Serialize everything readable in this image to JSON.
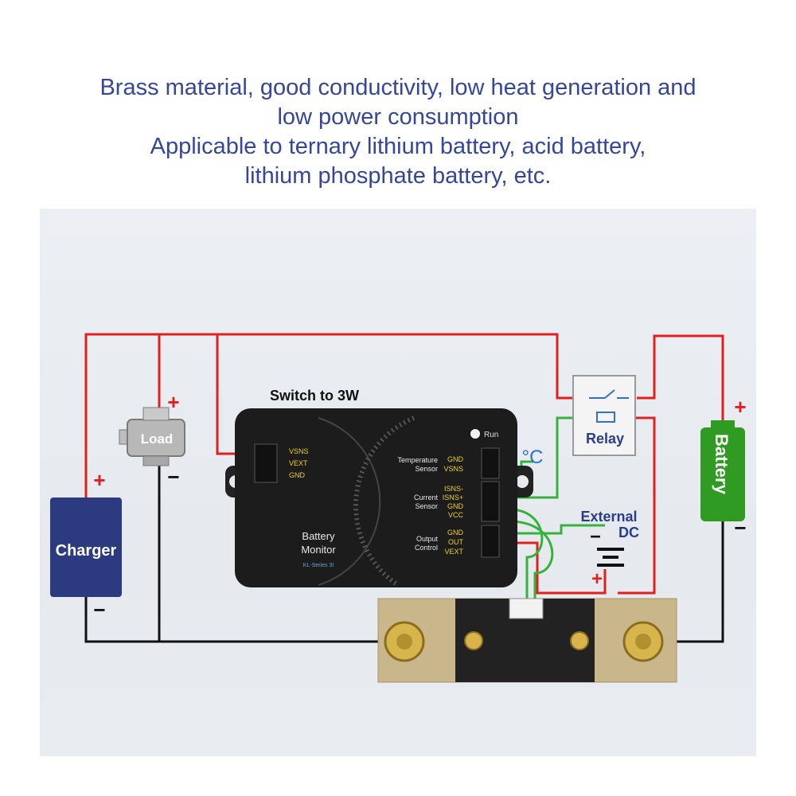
{
  "caption": {
    "lines": [
      "Brass material, good conductivity, low heat generation and",
      "low power consumption",
      "Applicable to ternary lithium battery, acid battery,",
      "lithium phosphate battery, etc."
    ]
  },
  "diagram": {
    "switch_label": "Switch to 3W",
    "load_label": "Load",
    "charger_label": "Charger",
    "battery_label": "Battery",
    "relay_label": "Relay",
    "external_dc_label_1": "External",
    "external_dc_label_2": "DC",
    "temp_unit": "°C",
    "plus": "+",
    "minus": "−",
    "monitor": {
      "title_1": "Battery",
      "title_2": "Monitor",
      "series": "KL-Series 3I",
      "run": "Run",
      "left_pins": [
        "VSNS",
        "VEXT",
        "GND"
      ],
      "groups": [
        {
          "label_1": "Temperature",
          "label_2": "Sensor",
          "pins": [
            "GND",
            "VSNS"
          ]
        },
        {
          "label_1": "Current",
          "label_2": "Sensor",
          "pins": [
            "ISNS-",
            "ISNS+",
            "GND",
            "VCC"
          ]
        },
        {
          "label_1": "Output",
          "label_2": "Control",
          "pins": [
            "GND",
            "OUT",
            "VEXT"
          ]
        }
      ]
    },
    "colors": {
      "wire_red": "#e02020",
      "wire_black": "#111111",
      "wire_green": "#33b33a",
      "charger": "#2c3b80",
      "battery": "#2f9b22",
      "monitor_body": "#1c1c1c",
      "pin_text": "#f0d020",
      "brass": "#c9b68a"
    }
  }
}
